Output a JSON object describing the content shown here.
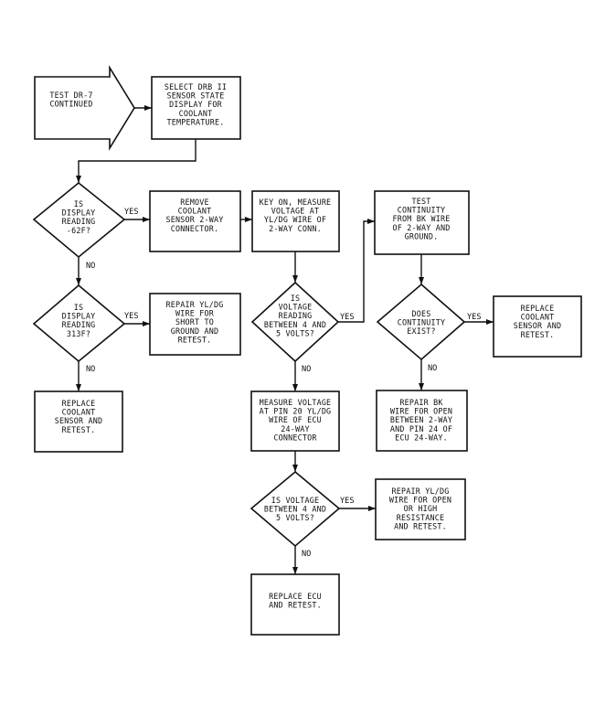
{
  "nodes": {
    "start": [
      "TEST DR-7",
      "CONTINUED"
    ],
    "select_drb": [
      "SELECT DRB II",
      "SENSOR STATE",
      "DISPLAY FOR",
      "COOLANT",
      "TEMPERATURE."
    ],
    "is_display_neg62": [
      "IS",
      "DISPLAY",
      "READING",
      "-62F?"
    ],
    "remove_connector": [
      "REMOVE",
      "COOLANT",
      "SENSOR 2-WAY",
      "CONNECTOR."
    ],
    "key_on_measure": [
      "KEY ON, MEASURE",
      "VOLTAGE AT",
      "YL/DG WIRE OF",
      "2-WAY CONN."
    ],
    "test_continuity": [
      "TEST",
      "CONTINUITY",
      "FROM BK WIRE",
      "OF 2-WAY AND",
      "GROUND."
    ],
    "is_display_313": [
      "IS",
      "DISPLAY",
      "READING",
      "313F?"
    ],
    "repair_short": [
      "REPAIR YL/DG",
      "WIRE FOR",
      "SHORT TO",
      "GROUND AND",
      "RETEST."
    ],
    "is_voltage_1": [
      "IS",
      "VOLTAGE",
      "READING",
      "BETWEEN 4 AND",
      "5 VOLTS?"
    ],
    "does_continuity": [
      "DOES",
      "CONTINUITY",
      "EXIST?"
    ],
    "replace_sensor_right": [
      "REPLACE",
      "COOLANT",
      "SENSOR AND",
      "RETEST."
    ],
    "replace_sensor_left": [
      "REPLACE",
      "COOLANT",
      "SENSOR AND",
      "RETEST."
    ],
    "measure_pin20": [
      "MEASURE VOLTAGE",
      "AT PIN 20 YL/DG",
      "WIRE OF ECU",
      "24-WAY",
      "CONNECTOR"
    ],
    "repair_bk": [
      "REPAIR BK",
      "WIRE FOR OPEN",
      "BETWEEN 2-WAY",
      "AND PIN 24 OF",
      "ECU 24-WAY."
    ],
    "is_voltage_2": [
      "IS VOLTAGE",
      "BETWEEN 4 AND",
      "5 VOLTS?"
    ],
    "repair_open": [
      "REPAIR YL/DG",
      "WIRE FOR OPEN",
      "OR HIGH",
      "RESISTANCE",
      "AND RETEST."
    ],
    "replace_ecu": [
      "REPLACE ECU",
      "AND RETEST."
    ]
  },
  "edges": {
    "yes": "YES",
    "no": "NO"
  }
}
